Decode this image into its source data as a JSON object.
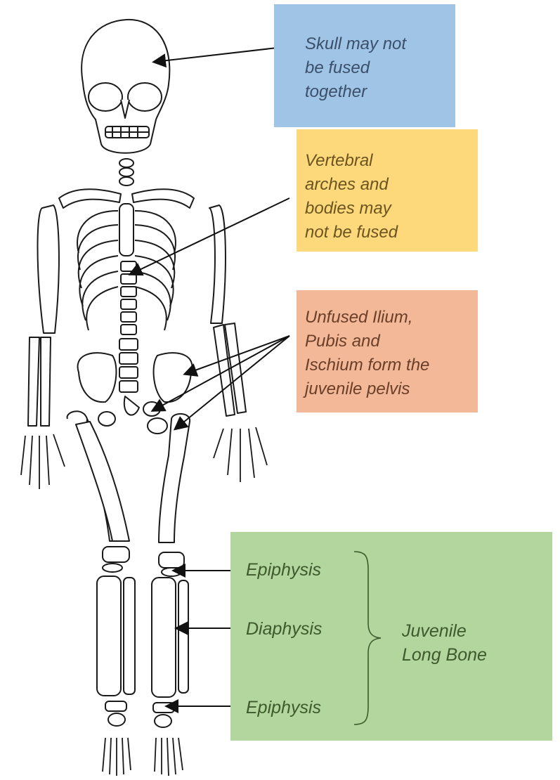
{
  "callouts": {
    "skull": [
      "Skull may not",
      "be fused",
      "together"
    ],
    "vertebral": [
      "Vertebral",
      "arches and",
      "bodies may",
      "not be fused"
    ],
    "pelvis": [
      "Unfused Ilium,",
      "Pubis and",
      "Ischium form the",
      "juvenile pelvis"
    ]
  },
  "long_bone": {
    "epiphysis_top": "Epiphysis",
    "diaphysis": "Diaphysis",
    "epiphysis_bottom": "Epiphysis",
    "group_label": [
      "Juvenile",
      "Long Bone"
    ]
  },
  "colors": {
    "skull_box": "#9fc4e6",
    "vertebral_box": "#fdd97c",
    "pelvis_box": "#f2b897",
    "long_bone_box": "#b3d59e",
    "line": "#1a1a1a"
  }
}
